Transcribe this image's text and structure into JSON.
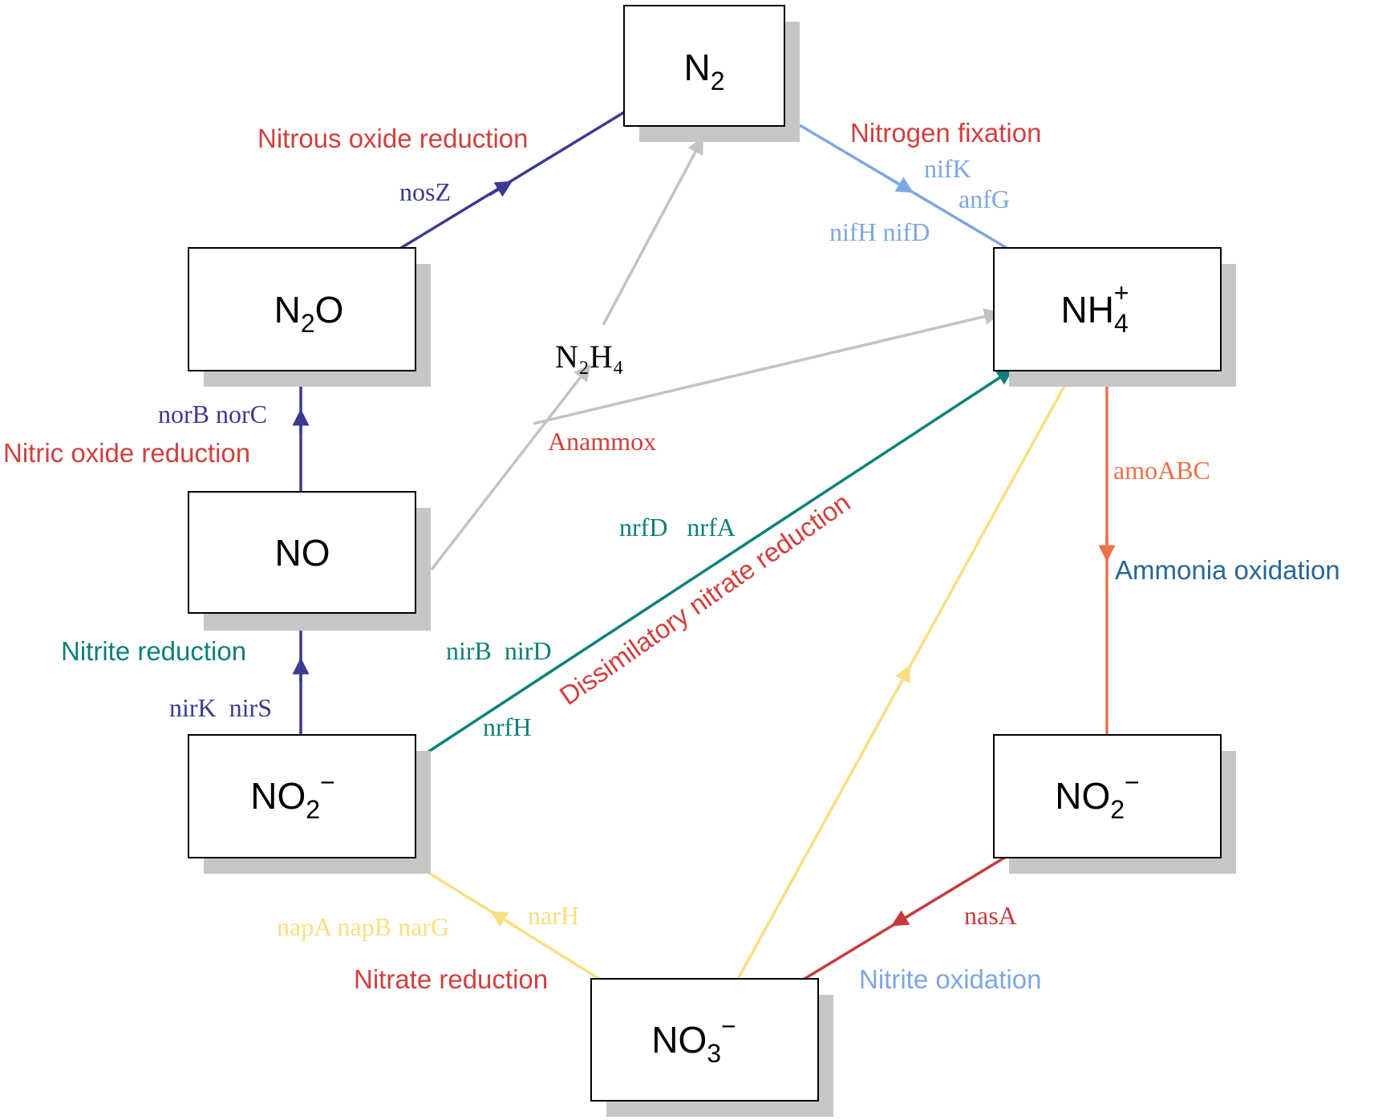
{
  "colors": {
    "label_red": "#d0403e",
    "denit_purple": "#3b3a94",
    "fixation_blue": "#7da7e0",
    "dnra_teal": "#0d8078",
    "anammox_gray": "#c3c3c3",
    "nitrate_yellow": "#f9df80",
    "amo_orange": "#ee7049",
    "nitrite_ox_red": "#c83a3a",
    "ammonia_blue": "#2a6597",
    "shadow_gray": "#c6c6c6"
  },
  "nodes": {
    "n2": {
      "main": "N",
      "sub": "2"
    },
    "n2o": {
      "main": "N",
      "sub": "2",
      "tail": "O"
    },
    "nh4": {
      "main": "NH",
      "sub": "4",
      "sup": "+"
    },
    "no": {
      "main": "NO"
    },
    "no2_left": {
      "main": "NO",
      "sub": "2",
      "sup": "−"
    },
    "no2_right": {
      "main": "NO",
      "sub": "2",
      "sup": "−"
    },
    "no3": {
      "main": "NO",
      "sub": "3",
      "sup": "−"
    }
  },
  "intermediate": {
    "n2h4": "N₂H₄"
  },
  "processes": {
    "nitrous_oxide_reduction": "Nitrous oxide reduction",
    "nitrogen_fixation": "Nitrogen fixation",
    "nitric_oxide_reduction": "Nitric oxide reduction",
    "anammox": "Anammox",
    "ammonia_oxidation": "Ammonia oxidation",
    "nitrite_reduction": "Nitrite reduction",
    "dissimilatory_nitrate_reduction": "Dissimilatory nitrate reduction",
    "nitrate_reduction": "Nitrate reduction",
    "nitrite_oxidation": "Nitrite oxidation"
  },
  "genes": {
    "nosZ": "nosZ",
    "nifK": "nifK",
    "anfG": "anfG",
    "nifH_nifD": "nifH nifD",
    "norB_norC": "norB norC",
    "amoABC": "amoABC",
    "nrfD_nrfA": "nrfD   nrfA",
    "nirB_nirD": "nirB  nirD",
    "nrfH": "nrfH",
    "nirK_nirS": "nirK  nirS",
    "napA_napB_narG": "napA napB narG",
    "narH": "narH",
    "nasA": "nasA"
  }
}
